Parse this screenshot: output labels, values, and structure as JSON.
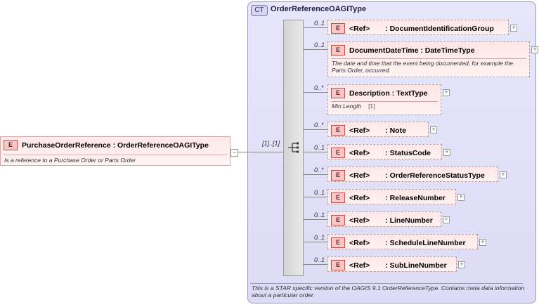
{
  "root": {
    "badge": "E",
    "name": "PurchaseOrderReference",
    "type": ": OrderReferenceOAGIType",
    "doc": "Is a reference to a Purchase Order or Parts Order"
  },
  "complex_type": {
    "badge": "CT",
    "name": "OrderReferenceOAGIType",
    "footer": "This is a STAR specific version of the OAGIS 9.1 OrderReferenceType. Contains meta data information about a particular order."
  },
  "sequence": {
    "multiplicity": "[1]..[1]"
  },
  "children": [
    {
      "mult": "0..1",
      "badge": "E",
      "ref": "<Ref>",
      "name": ": DocumentIdentificationGroup"
    },
    {
      "mult": "0..1",
      "badge": "E",
      "ref": "",
      "name": "DocumentDateTime : DateTimeType",
      "doc": "The date and time that the event being documented, for example the Parts Order, occurred."
    },
    {
      "mult": "0..*",
      "badge": "E",
      "ref": "",
      "name": "Description : TextType",
      "facet_label": "Min Length",
      "facet_value": "[1]"
    },
    {
      "mult": "0..*",
      "badge": "E",
      "ref": "<Ref>",
      "name": ": Note"
    },
    {
      "mult": "0..1",
      "badge": "E",
      "ref": "<Ref>",
      "name": ": StatusCode"
    },
    {
      "mult": "0..*",
      "badge": "E",
      "ref": "<Ref>",
      "name": ": OrderReferenceStatusType"
    },
    {
      "mult": "0..1",
      "badge": "E",
      "ref": "<Ref>",
      "name": ": ReleaseNumber"
    },
    {
      "mult": "0..1",
      "badge": "E",
      "ref": "<Ref>",
      "name": ": LineNumber"
    },
    {
      "mult": "0..1",
      "badge": "E",
      "ref": "<Ref>",
      "name": ": ScheduleLineNumber"
    },
    {
      "mult": "0..1",
      "badge": "E",
      "ref": "<Ref>",
      "name": ": SubLineNumber"
    }
  ]
}
